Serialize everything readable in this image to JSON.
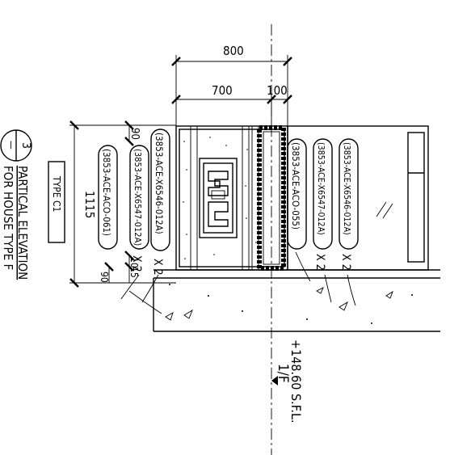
{
  "dimensions": {
    "overall_width": "800",
    "panel_width": "700",
    "frame_width": "100",
    "height": "1115",
    "top_gap": "90",
    "side_10": "10",
    "side_15": "15",
    "bottom": "90"
  },
  "title": {
    "bubble_number": "3",
    "bubble_ref": "—",
    "line1": "PARTICAL ELEVATION",
    "line2": "FOR HOUSE TYPE F",
    "type_tag": "TYPE C1"
  },
  "notes": [
    {
      "code": "(3853-ACE-X6546-012A)",
      "qty": "X 2"
    },
    {
      "code": "(3853-ACE-X6547-012A)",
      "qty": "X 2"
    },
    {
      "code": "(3853-ACE-ACO-061)",
      "qty": ""
    },
    {
      "code": "(3853-ACE-ACO-055)",
      "qty": ""
    },
    {
      "code": "(3853-ACE-X6547-012A)",
      "qty": "X 2"
    },
    {
      "code": "(3853-ACE-X6546-012A)",
      "qty": "X 2"
    }
  ],
  "level": {
    "floor": "1/F",
    "sfl": "+148.60 S.F.L."
  }
}
